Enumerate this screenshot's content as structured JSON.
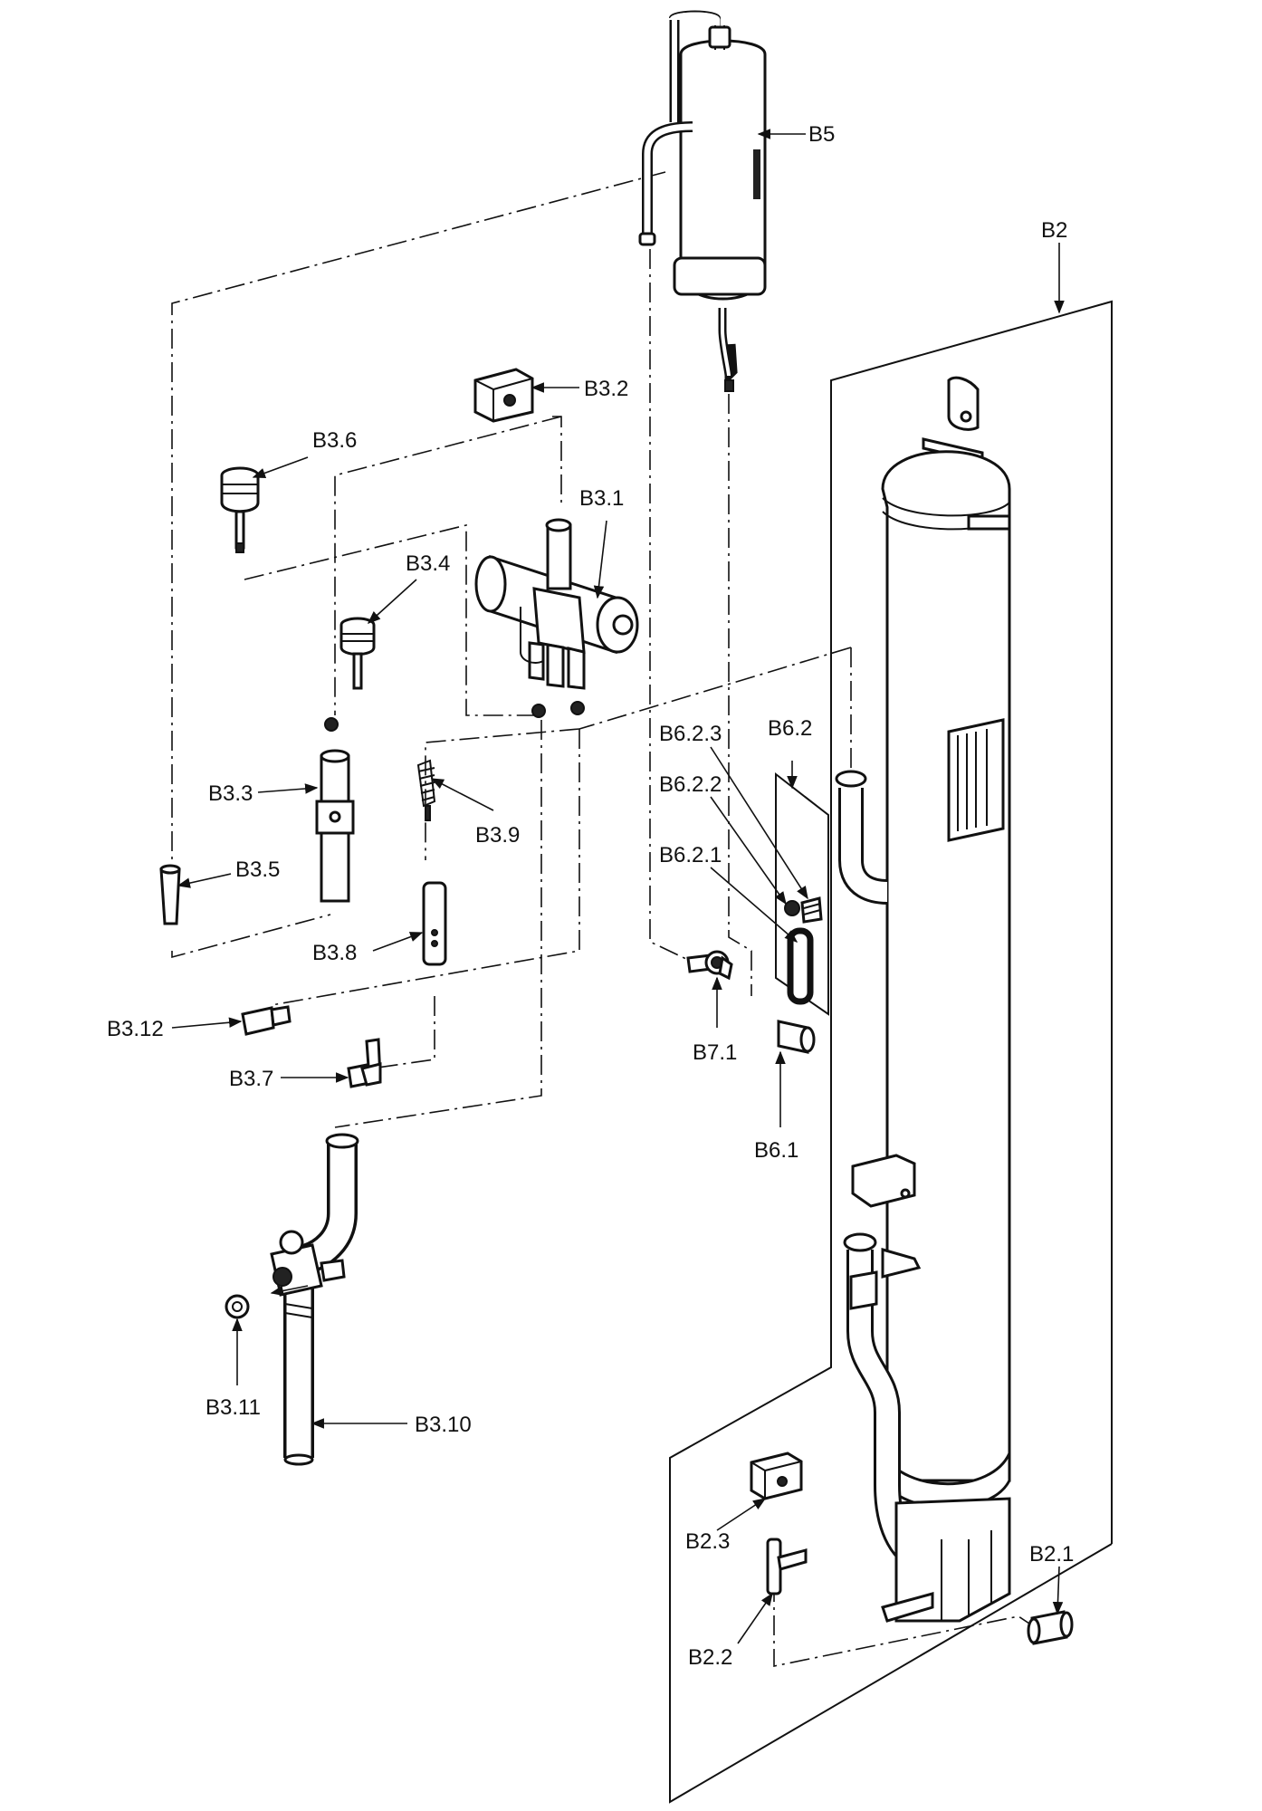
{
  "labels": {
    "b5": "B5",
    "b2": "B2",
    "b3_2": "B3.2",
    "b3_6": "B3.6",
    "b3_1": "B3.1",
    "b3_4": "B3.4",
    "b6_2": "B6.2",
    "b6_2_3": "B6.2.3",
    "b6_2_2": "B6.2.2",
    "b6_2_1": "B6.2.1",
    "b3_3": "B3.3",
    "b3_9": "B3.9",
    "b3_5": "B3.5",
    "b3_8": "B3.8",
    "b3_12": "B3.12",
    "b7_1": "B7.1",
    "b3_7": "B3.7",
    "b6_1": "B6.1",
    "b3_11": "B3.11",
    "b3_10": "B3.10",
    "b2_3": "B2.3",
    "b2_1": "B2.1",
    "b2_2": "B2.2"
  }
}
